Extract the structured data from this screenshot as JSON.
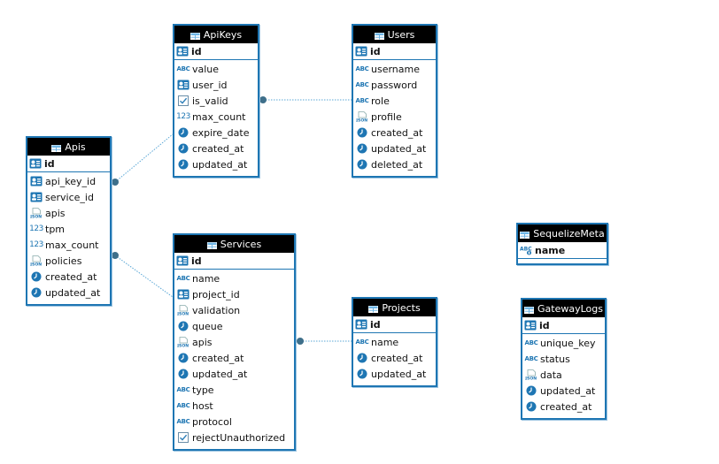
{
  "tables": [
    {
      "key": "apikeys",
      "name": "ApiKeys",
      "pk": "id",
      "columns": [
        {
          "label": "value",
          "icon": "text"
        },
        {
          "label": "user_id",
          "icon": "key"
        },
        {
          "label": "is_valid",
          "icon": "check"
        },
        {
          "label": "max_count",
          "icon": "number"
        },
        {
          "label": "expire_date",
          "icon": "clock"
        },
        {
          "label": "created_at",
          "icon": "clock"
        },
        {
          "label": "updated_at",
          "icon": "clock"
        }
      ]
    },
    {
      "key": "users",
      "name": "Users",
      "pk": "id",
      "columns": [
        {
          "label": "username",
          "icon": "text"
        },
        {
          "label": "password",
          "icon": "text"
        },
        {
          "label": "role",
          "icon": "text"
        },
        {
          "label": "profile",
          "icon": "json"
        },
        {
          "label": "created_at",
          "icon": "clock"
        },
        {
          "label": "updated_at",
          "icon": "clock"
        },
        {
          "label": "deleted_at",
          "icon": "clock"
        }
      ]
    },
    {
      "key": "apis",
      "name": "Apis",
      "pk": "id",
      "columns": [
        {
          "label": "api_key_id",
          "icon": "key"
        },
        {
          "label": "service_id",
          "icon": "key"
        },
        {
          "label": "apis",
          "icon": "json"
        },
        {
          "label": "tpm",
          "icon": "number"
        },
        {
          "label": "max_count",
          "icon": "number"
        },
        {
          "label": "policies",
          "icon": "json"
        },
        {
          "label": "created_at",
          "icon": "clock"
        },
        {
          "label": "updated_at",
          "icon": "clock"
        }
      ]
    },
    {
      "key": "services",
      "name": "Services",
      "pk": "id",
      "columns": [
        {
          "label": "name",
          "icon": "text"
        },
        {
          "label": "project_id",
          "icon": "key"
        },
        {
          "label": "validation",
          "icon": "json"
        },
        {
          "label": "queue",
          "icon": "clock"
        },
        {
          "label": "apis",
          "icon": "json"
        },
        {
          "label": "created_at",
          "icon": "clock"
        },
        {
          "label": "updated_at",
          "icon": "clock"
        },
        {
          "label": "type",
          "icon": "text"
        },
        {
          "label": "host",
          "icon": "text"
        },
        {
          "label": "protocol",
          "icon": "text"
        },
        {
          "label": "rejectUnauthorized",
          "icon": "check"
        }
      ]
    },
    {
      "key": "projects",
      "name": "Projects",
      "pk": "id",
      "columns": [
        {
          "label": "name",
          "icon": "text"
        },
        {
          "label": "created_at",
          "icon": "clock"
        },
        {
          "label": "updated_at",
          "icon": "clock"
        }
      ]
    },
    {
      "key": "sequelizemeta",
      "name": "SequelizeMeta",
      "pk": "name",
      "pk_icon": "text-key",
      "columns": []
    },
    {
      "key": "gatewaylogs",
      "name": "GatewayLogs",
      "pk": "id",
      "columns": [
        {
          "label": "unique_key",
          "icon": "text"
        },
        {
          "label": "status",
          "icon": "text"
        },
        {
          "label": "data",
          "icon": "json"
        },
        {
          "label": "updated_at",
          "icon": "clock"
        },
        {
          "label": "created_at",
          "icon": "clock"
        }
      ]
    }
  ],
  "relations": [
    {
      "from": "apikeys.user_id",
      "to": "users.id"
    },
    {
      "from": "apis.api_key_id",
      "to": "apikeys.id"
    },
    {
      "from": "apis.service_id",
      "to": "services.id"
    },
    {
      "from": "services.project_id",
      "to": "projects.id"
    }
  ],
  "colors": {
    "accent": "#1e76b3",
    "header_bg": "#000000",
    "connector": "#5aa7d6",
    "dot": "#3e6f8a"
  },
  "icon_names": {
    "table": "table-icon",
    "key": "key-icon",
    "text": "abc-text-icon",
    "number": "number-123-icon",
    "clock": "clock-icon",
    "check": "checkbox-icon",
    "json": "json-doc-icon",
    "text-key": "abc-key-icon"
  },
  "icon_text": {
    "text": "ABC",
    "number": "123",
    "json": "JSON"
  }
}
